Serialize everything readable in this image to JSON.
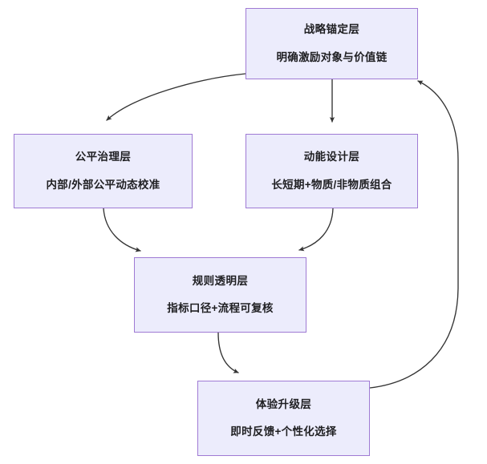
{
  "diagram": {
    "type": "flowchart",
    "direction": "top-down-with-feedback-loop",
    "theme": {
      "node_fill": "#ececfc",
      "node_border": "#9f7ad4",
      "edge_color": "#333333",
      "text_color": "#1f1f22",
      "background": "#ffffff"
    },
    "nodes": [
      {
        "id": "anchor",
        "title": "战略锚定层",
        "subtitle": "明确激励对象与价值链"
      },
      {
        "id": "fairness",
        "title": "公平治理层",
        "subtitle": "内部/外部公平动态校准"
      },
      {
        "id": "momentum",
        "title": "动能设计层",
        "subtitle": "长短期+物质/非物质组合"
      },
      {
        "id": "rules",
        "title": "规则透明层",
        "subtitle": "指标口径+流程可复核"
      },
      {
        "id": "experience",
        "title": "体验升级层",
        "subtitle": "即时反馈+个性化选择"
      }
    ],
    "edges": [
      {
        "id": "anchor-to-fairness",
        "from": "anchor",
        "to": "fairness",
        "label": "",
        "style": "curved"
      },
      {
        "id": "anchor-to-momentum",
        "from": "anchor",
        "to": "momentum",
        "label": "",
        "style": "straight"
      },
      {
        "id": "fairness-to-rules",
        "from": "fairness",
        "to": "rules",
        "label": "",
        "style": "curved"
      },
      {
        "id": "momentum-to-rules",
        "from": "momentum",
        "to": "rules",
        "label": "",
        "style": "curved"
      },
      {
        "id": "rules-to-experience",
        "from": "rules",
        "to": "experience",
        "label": "",
        "style": "curved"
      },
      {
        "id": "experience-to-anchor",
        "from": "experience",
        "to": "anchor",
        "label": "",
        "style": "feedback-loop"
      }
    ]
  }
}
